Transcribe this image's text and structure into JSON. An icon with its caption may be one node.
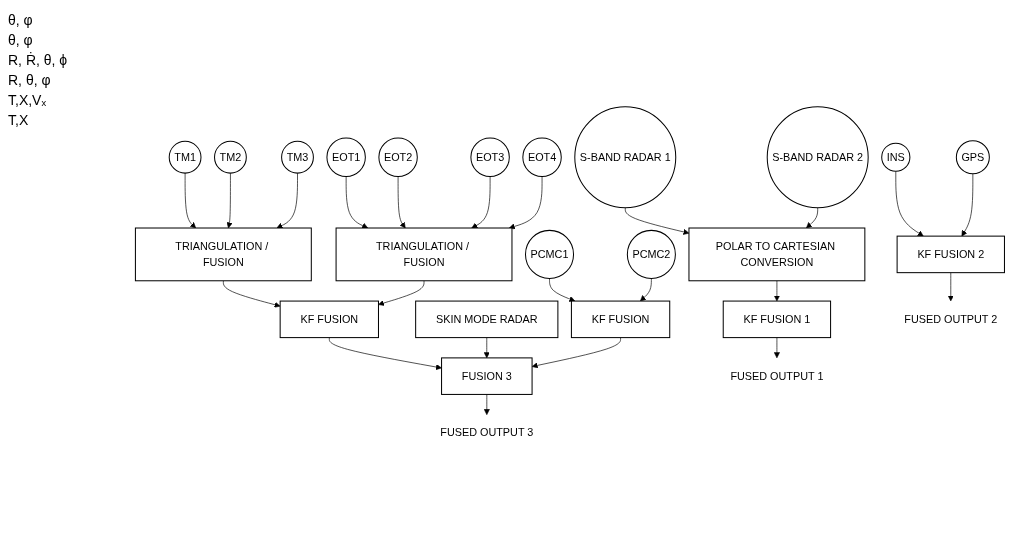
{
  "diagram": {
    "nodes": [
      {
        "text": [
          "TM1"
        ]
      },
      {
        "text": [
          "TM2"
        ]
      },
      {
        "text": [
          "TM3"
        ]
      },
      {
        "text": [
          "TRIANGULATION / FUSION"
        ]
      },
      {
        "text": [
          "EOT1"
        ]
      },
      {
        "text": [
          "EOT2"
        ]
      },
      {
        "text": [
          "EOT3"
        ]
      },
      {
        "text": [
          "EOT4"
        ]
      },
      {
        "text": [
          "TRIANGULATION / FUSION"
        ]
      },
      {
        "text": [
          "PCMC1"
        ]
      },
      {
        "text": [
          "PCMC2"
        ]
      },
      {
        "text": [
          "KF FUSION"
        ]
      },
      {
        "text": [
          "KF FUSION"
        ]
      },
      {
        "text": [
          "S-BAND RADAR 1"
        ]
      },
      {
        "text": [
          "S-BAND RADAR 2"
        ]
      },
      {
        "text": [
          "INS"
        ]
      },
      {
        "text": [
          "GPS"
        ]
      },
      {
        "text": [
          "SKIN MODE RADAR"
        ]
      },
      {
        "text": [
          "POLAR TO CARTESIAN CONVERSION"
        ]
      },
      {
        "text": [
          "KF FUSION 1"
        ]
      },
      {
        "text": [
          "KF FUSION 2"
        ]
      },
      {
        "text": [
          "FUSION 3"
        ]
      },
      {
        "text": [
          "FUSED OUTPUT 1"
        ]
      },
      {
        "text": [
          "FUSED OUTPUT 2"
        ]
      },
      {
        "text": [
          "FUSED OUTPUT 3"
        ]
      }
    ],
    "edges": [
      {
        "from": 0,
        "to": 3,
        "arrow": "to"
      },
      {
        "from": 1,
        "to": 3,
        "arrow": "to"
      },
      {
        "from": 2,
        "to": 3,
        "arrow": "to"
      },
      {
        "from": 4,
        "to": 8,
        "arrow": "to"
      },
      {
        "from": 5,
        "to": 8,
        "arrow": "to"
      },
      {
        "from": 6,
        "to": 8,
        "arrow": "to"
      },
      {
        "from": 7,
        "to": 8,
        "arrow": "to"
      },
      {
        "from": 9,
        "to": 11,
        "arrow": "to"
      },
      {
        "from": 10,
        "to": 11,
        "arrow": "to"
      },
      {
        "from": 3,
        "to": 12,
        "arrow": "to"
      },
      {
        "from": 8,
        "to": 12,
        "arrow": "to"
      },
      {
        "from": 12,
        "to": 21,
        "arrow": "to"
      },
      {
        "from": 17,
        "to": 21,
        "arrow": "to"
      },
      {
        "from": 11,
        "to": 21,
        "arrow": "to"
      },
      {
        "from": 13,
        "to": 18,
        "arrow": "to"
      },
      {
        "from": 14,
        "to": 18,
        "arrow": "to"
      },
      {
        "from": 18,
        "to": 19,
        "arrow": "to"
      },
      {
        "from": 15,
        "to": 20,
        "arrow": "to"
      },
      {
        "from": 16,
        "to": 20,
        "arrow": "to"
      },
      {
        "from": 19,
        "to": 22,
        "arrow": "to"
      },
      {
        "from": 20,
        "to": 23,
        "arrow": "to"
      },
      {
        "from": 21,
        "to": 24,
        "arrow": "to"
      }
    ],
    "labels": [
      "θ, φ",
      "θ, φ",
      "R, Ṙ, θ, ϕ",
      "R, θ, φ",
      "T,X,Vₓ",
      "T,X"
    ]
  }
}
